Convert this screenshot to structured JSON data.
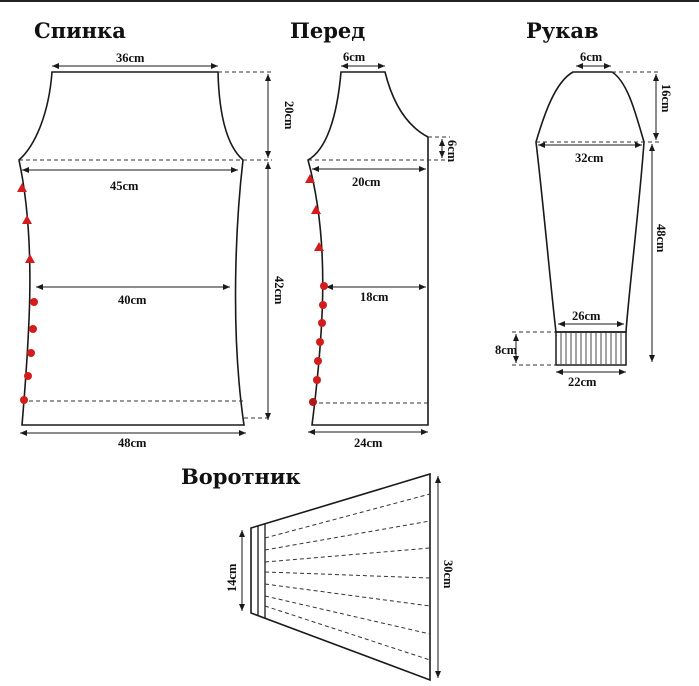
{
  "pieces": {
    "back": {
      "title": "Спинка",
      "shoulder_width": "36cm",
      "armhole_height": "20cm",
      "chest_width": "45cm",
      "waist_width": "40cm",
      "body_height": "42cm",
      "bottom_width": "48cm"
    },
    "front": {
      "title": "Перед",
      "neck_width": "6cm",
      "neck_depth": "6cm",
      "chest_width": "20cm",
      "waist_width": "18cm",
      "bottom_width": "24cm"
    },
    "sleeve": {
      "title": "Рукав",
      "top_width": "6cm",
      "cap_height": "16cm",
      "upper_width": "32cm",
      "length": "48cm",
      "lower_width": "26cm",
      "cuff_height": "8cm",
      "cuff_width": "22cm"
    },
    "collar": {
      "title": "Воротник",
      "short_side": "14cm",
      "long_side": "30cm"
    }
  },
  "colors": {
    "outline": "#1a1a1a",
    "marker": "#d41c1c"
  }
}
